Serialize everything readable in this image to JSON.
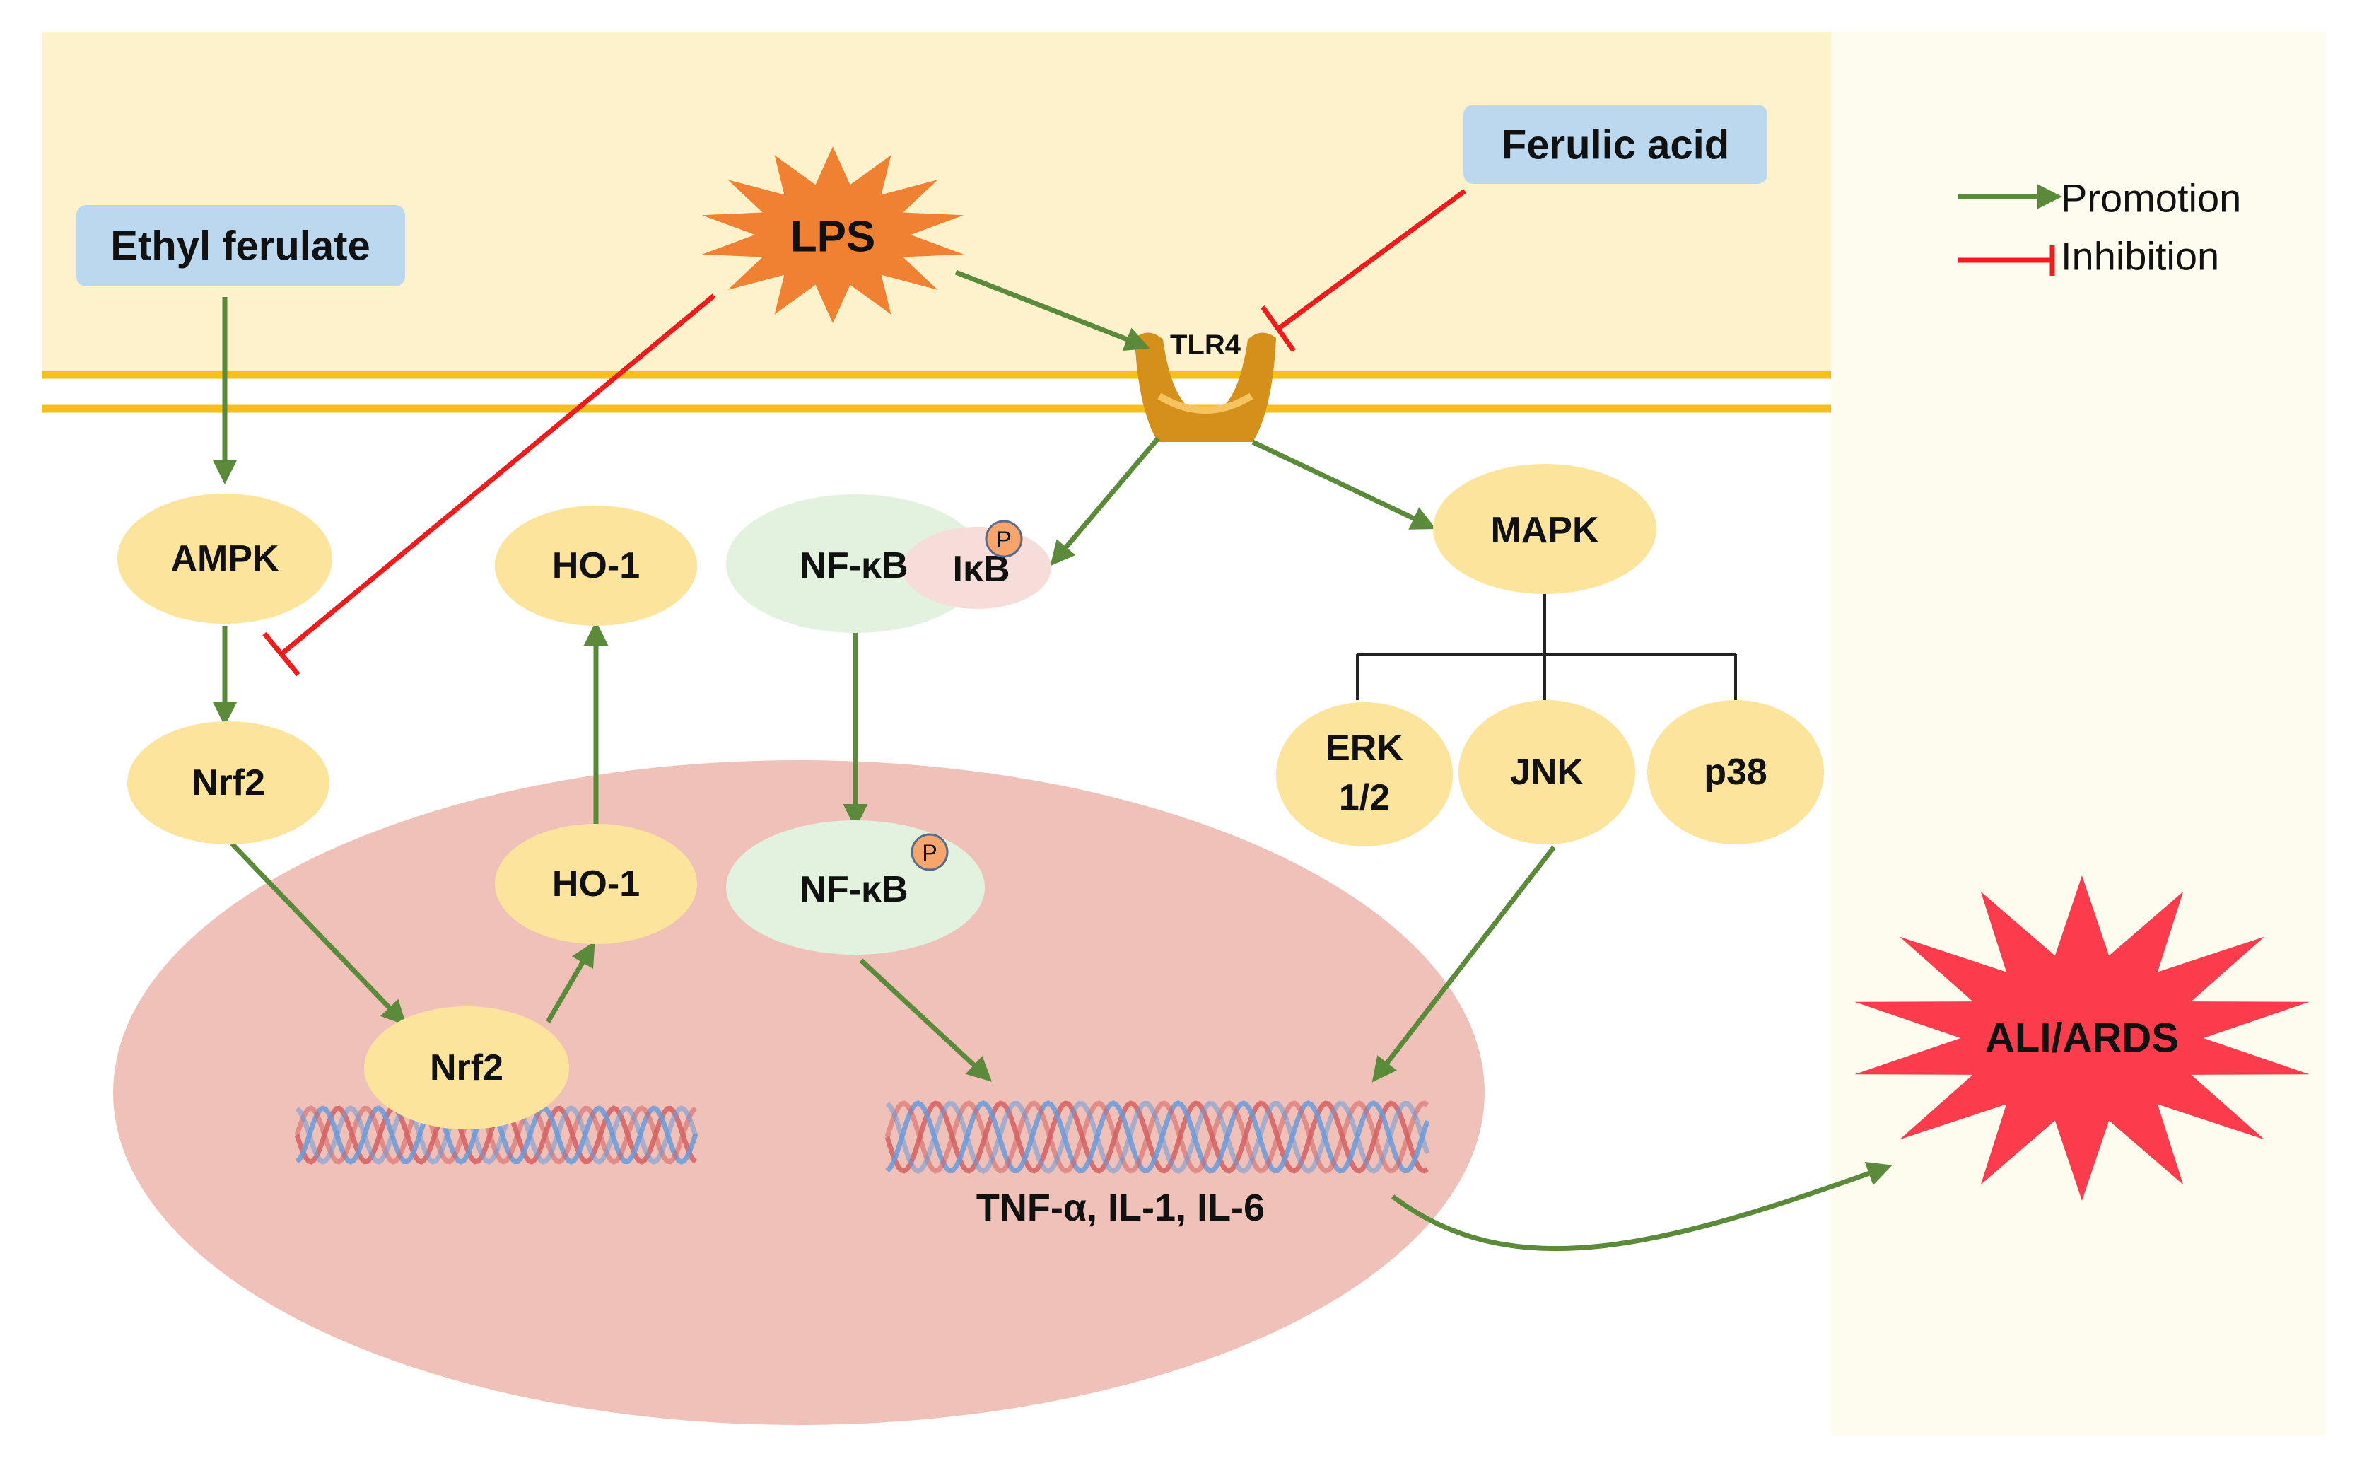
{
  "colors": {
    "membrane_bg": "#fdf2cc",
    "membrane_line": "#f7bf1a",
    "right_panel_bg": "#fefbef",
    "nucleus": "#f0c1b9",
    "node_yellow": "#fde49c",
    "node_green": "#e3f1df",
    "node_pink": "#f7ddd9",
    "box_blue": "#bcd8ef",
    "promotion": "#5a8a3a",
    "inhibition": "#ee1c1c",
    "lps_star": "#f08133",
    "ali_star": "#fb3c4c",
    "dna_red": "#d46060",
    "dna_blue": "#6a9ad9",
    "tlr4": "#d4901a"
  },
  "labels": {
    "ethyl_ferulate": "Ethyl ferulate",
    "ferulic_acid": "Ferulic acid",
    "lps": "LPS",
    "tlr4": "TLR4",
    "ampk": "AMPK",
    "nrf2_cytoplasm": "Nrf2",
    "nrf2_nucleus": "Nrf2",
    "ho1_cytoplasm": "HO-1",
    "ho1_nucleus": "HO-1",
    "nfkb_cytoplasm": "NF-κB",
    "ikb": "IκB",
    "nfkb_nucleus": "NF-κB",
    "phospho": "P",
    "mapk": "MAPK",
    "erk_line1": "ERK",
    "erk_line2": "1/2",
    "jnk": "JNK",
    "p38": "p38",
    "cytokines": "TNF-α, IL-1, IL-6",
    "ali_ards": "ALI/ARDS"
  },
  "legend": {
    "promotion": "Promotion",
    "inhibition": "Inhibition"
  },
  "icons": {
    "lps": "lps-star-icon",
    "tlr4": "tlr4-receptor-icon",
    "dna": "dna-helix-icon",
    "phospho": "phospho-circle-icon",
    "ali": "ali-burst-icon"
  }
}
